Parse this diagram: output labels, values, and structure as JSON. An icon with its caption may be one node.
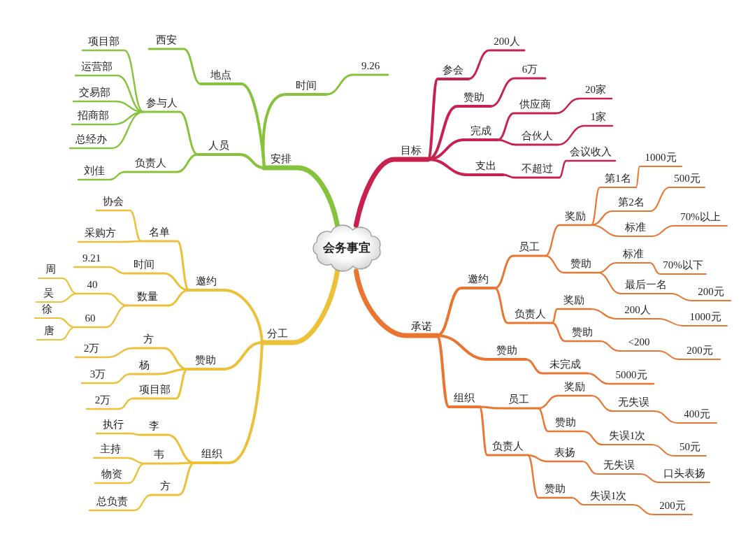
{
  "diagram": {
    "nodes": [
      {
        "text": [
          "会务事宜"
        ]
      },
      {
        "text": [
          "目标"
        ]
      },
      {
        "text": [
          "参会"
        ]
      },
      {
        "text": [
          "200人"
        ]
      },
      {
        "text": [
          "赞助"
        ]
      },
      {
        "text": [
          "6万"
        ]
      },
      {
        "text": [
          "完成"
        ]
      },
      {
        "text": [
          "供应商"
        ]
      },
      {
        "text": [
          "20家"
        ]
      },
      {
        "text": [
          "合伙人"
        ]
      },
      {
        "text": [
          "1家"
        ]
      },
      {
        "text": [
          "支出"
        ]
      },
      {
        "text": [
          "不超过"
        ]
      },
      {
        "text": [
          "会议收入"
        ]
      },
      {
        "text": [
          "承诺"
        ]
      },
      {
        "text": [
          "邀约"
        ]
      },
      {
        "text": [
          "员工"
        ]
      },
      {
        "text": [
          "奖励"
        ]
      },
      {
        "text": [
          "第1名"
        ]
      },
      {
        "text": [
          "1000元"
        ]
      },
      {
        "text": [
          "第2名"
        ]
      },
      {
        "text": [
          "500元"
        ]
      },
      {
        "text": [
          "标准"
        ]
      },
      {
        "text": [
          "70%以上"
        ]
      },
      {
        "text": [
          "赞助"
        ]
      },
      {
        "text": [
          "标准"
        ]
      },
      {
        "text": [
          "70%以下"
        ]
      },
      {
        "text": [
          "最后一名"
        ]
      },
      {
        "text": [
          "200元"
        ]
      },
      {
        "text": [
          "负责人"
        ]
      },
      {
        "text": [
          "奖励"
        ]
      },
      {
        "text": [
          "200人"
        ]
      },
      {
        "text": [
          "1000元"
        ]
      },
      {
        "text": [
          "赞助"
        ]
      },
      {
        "text": [
          "<200"
        ]
      },
      {
        "text": [
          "200元"
        ]
      },
      {
        "text": [
          "赞助"
        ]
      },
      {
        "text": [
          "未完成"
        ]
      },
      {
        "text": [
          "5000元"
        ]
      },
      {
        "text": [
          "组织"
        ]
      },
      {
        "text": [
          "员工"
        ]
      },
      {
        "text": [
          "奖励"
        ]
      },
      {
        "text": [
          "无失误"
        ]
      },
      {
        "text": [
          "400元"
        ]
      },
      {
        "text": [
          "赞助"
        ]
      },
      {
        "text": [
          "失误1次"
        ]
      },
      {
        "text": [
          "50元"
        ]
      },
      {
        "text": [
          "负责人"
        ]
      },
      {
        "text": [
          "表扬"
        ]
      },
      {
        "text": [
          "无失误"
        ]
      },
      {
        "text": [
          "口头表扬"
        ]
      },
      {
        "text": [
          "赞助"
        ]
      },
      {
        "text": [
          "失误1次"
        ]
      },
      {
        "text": [
          "200元"
        ]
      },
      {
        "text": [
          "分工"
        ]
      },
      {
        "text": [
          "邀约"
        ]
      },
      {
        "text": [
          "名单"
        ]
      },
      {
        "text": [
          "协会"
        ]
      },
      {
        "text": [
          "采购方"
        ]
      },
      {
        "text": [
          "时间"
        ]
      },
      {
        "text": [
          "9.21"
        ]
      },
      {
        "text": [
          "数量"
        ]
      },
      {
        "text": [
          "40"
        ]
      },
      {
        "text": [
          "周"
        ]
      },
      {
        "text": [
          "吴"
        ]
      },
      {
        "text": [
          "60"
        ]
      },
      {
        "text": [
          "徐"
        ]
      },
      {
        "text": [
          "唐"
        ]
      },
      {
        "text": [
          "赞助"
        ]
      },
      {
        "text": [
          "方"
        ]
      },
      {
        "text": [
          "2万"
        ]
      },
      {
        "text": [
          "杨"
        ]
      },
      {
        "text": [
          "3万"
        ]
      },
      {
        "text": [
          "项目部"
        ]
      },
      {
        "text": [
          "2万"
        ]
      },
      {
        "text": [
          "组织"
        ]
      },
      {
        "text": [
          "李"
        ]
      },
      {
        "text": [
          "执行"
        ]
      },
      {
        "text": [
          "韦"
        ]
      },
      {
        "text": [
          "主持"
        ]
      },
      {
        "text": [
          "物资"
        ]
      },
      {
        "text": [
          "方"
        ]
      },
      {
        "text": [
          "总负责"
        ]
      },
      {
        "text": [
          "安排"
        ]
      },
      {
        "text": [
          "地点"
        ]
      },
      {
        "text": [
          "西安"
        ]
      },
      {
        "text": [
          "时间"
        ]
      },
      {
        "text": [
          "9.26"
        ]
      },
      {
        "text": [
          "人员"
        ]
      },
      {
        "text": [
          "参与人"
        ]
      },
      {
        "text": [
          "项目部"
        ]
      },
      {
        "text": [
          "运营部"
        ]
      },
      {
        "text": [
          "交易部"
        ]
      },
      {
        "text": [
          "招商部"
        ]
      },
      {
        "text": [
          "总经办"
        ]
      },
      {
        "text": [
          "负责人"
        ]
      },
      {
        "text": [
          "刘佳"
        ]
      }
    ],
    "edges": [
      {
        "from": 0,
        "to": 1,
        "arrow": "none",
        "style": "thick",
        "color": "#c8214f"
      },
      {
        "from": 1,
        "to": 2,
        "arrow": "none",
        "color": "#c8214f"
      },
      {
        "from": 2,
        "to": 3,
        "arrow": "none",
        "color": "#c8214f"
      },
      {
        "from": 1,
        "to": 4,
        "arrow": "none",
        "color": "#c8214f"
      },
      {
        "from": 4,
        "to": 5,
        "arrow": "none",
        "color": "#c8214f"
      },
      {
        "from": 1,
        "to": 6,
        "arrow": "none",
        "color": "#c8214f"
      },
      {
        "from": 6,
        "to": 7,
        "arrow": "none",
        "color": "#c8214f"
      },
      {
        "from": 7,
        "to": 8,
        "arrow": "none",
        "color": "#c8214f"
      },
      {
        "from": 6,
        "to": 9,
        "arrow": "none",
        "color": "#c8214f"
      },
      {
        "from": 9,
        "to": 10,
        "arrow": "none",
        "color": "#c8214f"
      },
      {
        "from": 1,
        "to": 11,
        "arrow": "none",
        "color": "#c8214f"
      },
      {
        "from": 11,
        "to": 12,
        "arrow": "none",
        "color": "#c8214f"
      },
      {
        "from": 12,
        "to": 13,
        "arrow": "none",
        "color": "#c8214f"
      },
      {
        "from": 0,
        "to": 14,
        "arrow": "none",
        "style": "thick"
      },
      {
        "from": 14,
        "to": 15,
        "arrow": "none"
      },
      {
        "from": 15,
        "to": 16,
        "arrow": "none"
      },
      {
        "from": 16,
        "to": 17,
        "arrow": "none"
      },
      {
        "from": 17,
        "to": 18,
        "arrow": "none"
      },
      {
        "from": 18,
        "to": 19,
        "arrow": "none"
      },
      {
        "from": 17,
        "to": 20,
        "arrow": "none"
      },
      {
        "from": 20,
        "to": 21,
        "arrow": "none"
      },
      {
        "from": 17,
        "to": 22,
        "arrow": "none"
      },
      {
        "from": 22,
        "to": 23,
        "arrow": "none"
      },
      {
        "from": 16,
        "to": 24,
        "arrow": "none"
      },
      {
        "from": 24,
        "to": 25,
        "arrow": "none"
      },
      {
        "from": 25,
        "to": 26,
        "arrow": "none"
      },
      {
        "from": 24,
        "to": 27,
        "arrow": "none"
      },
      {
        "from": 27,
        "to": 28,
        "arrow": "none"
      },
      {
        "from": 15,
        "to": 29,
        "arrow": "none"
      },
      {
        "from": 29,
        "to": 30,
        "arrow": "none"
      },
      {
        "from": 30,
        "to": 31,
        "arrow": "none"
      },
      {
        "from": 31,
        "to": 32,
        "arrow": "none"
      },
      {
        "from": 29,
        "to": 33,
        "arrow": "none"
      },
      {
        "from": 33,
        "to": 34,
        "arrow": "none"
      },
      {
        "from": 34,
        "to": 35,
        "arrow": "none"
      },
      {
        "from": 14,
        "to": 36,
        "arrow": "none"
      },
      {
        "from": 36,
        "to": 37,
        "arrow": "none"
      },
      {
        "from": 37,
        "to": 38,
        "arrow": "none"
      },
      {
        "from": 14,
        "to": 39,
        "arrow": "none"
      },
      {
        "from": 39,
        "to": 40,
        "arrow": "none"
      },
      {
        "from": 40,
        "to": 41,
        "arrow": "none"
      },
      {
        "from": 41,
        "to": 42,
        "arrow": "none"
      },
      {
        "from": 42,
        "to": 43,
        "arrow": "none"
      },
      {
        "from": 40,
        "to": 44,
        "arrow": "none"
      },
      {
        "from": 44,
        "to": 45,
        "arrow": "none"
      },
      {
        "from": 45,
        "to": 46,
        "arrow": "none"
      },
      {
        "from": 39,
        "to": 47,
        "arrow": "none"
      },
      {
        "from": 47,
        "to": 48,
        "arrow": "none"
      },
      {
        "from": 48,
        "to": 49,
        "arrow": "none"
      },
      {
        "from": 49,
        "to": 50,
        "arrow": "none"
      },
      {
        "from": 47,
        "to": 51,
        "arrow": "none"
      },
      {
        "from": 51,
        "to": 52,
        "arrow": "none"
      },
      {
        "from": 52,
        "to": 53,
        "arrow": "none"
      },
      {
        "from": 0,
        "to": 54,
        "arrow": "none",
        "style": "thick",
        "color": "#ecc038"
      },
      {
        "from": 54,
        "to": 55,
        "arrow": "none",
        "color": "#ecc038"
      },
      {
        "from": 55,
        "to": 56,
        "arrow": "none",
        "color": "#ecc038"
      },
      {
        "from": 56,
        "to": 57,
        "arrow": "none",
        "color": "#ecc038"
      },
      {
        "from": 56,
        "to": 58,
        "arrow": "none",
        "color": "#ecc038"
      },
      {
        "from": 55,
        "to": 59,
        "arrow": "none",
        "color": "#ecc038"
      },
      {
        "from": 59,
        "to": 60,
        "arrow": "none",
        "color": "#ecc038"
      },
      {
        "from": 55,
        "to": 61,
        "arrow": "none",
        "color": "#ecc038"
      },
      {
        "from": 61,
        "to": 62,
        "arrow": "none",
        "color": "#ecc038"
      },
      {
        "from": 62,
        "to": 63,
        "arrow": "none",
        "color": "#ecc038"
      },
      {
        "from": 62,
        "to": 64,
        "arrow": "none",
        "color": "#ecc038"
      },
      {
        "from": 61,
        "to": 65,
        "arrow": "none",
        "color": "#ecc038"
      },
      {
        "from": 65,
        "to": 66,
        "arrow": "none",
        "color": "#ecc038"
      },
      {
        "from": 65,
        "to": 67,
        "arrow": "none",
        "color": "#ecc038"
      },
      {
        "from": 54,
        "to": 68,
        "arrow": "none",
        "color": "#ecc038"
      },
      {
        "from": 68,
        "to": 69,
        "arrow": "none",
        "color": "#ecc038"
      },
      {
        "from": 69,
        "to": 70,
        "arrow": "none",
        "color": "#ecc038"
      },
      {
        "from": 68,
        "to": 71,
        "arrow": "none",
        "color": "#ecc038"
      },
      {
        "from": 71,
        "to": 72,
        "arrow": "none",
        "color": "#ecc038"
      },
      {
        "from": 68,
        "to": 73,
        "arrow": "none",
        "color": "#ecc038"
      },
      {
        "from": 73,
        "to": 74,
        "arrow": "none",
        "color": "#ecc038"
      },
      {
        "from": 54,
        "to": 75,
        "arrow": "none",
        "color": "#ecc038"
      },
      {
        "from": 75,
        "to": 76,
        "arrow": "none",
        "color": "#ecc038"
      },
      {
        "from": 76,
        "to": 77,
        "arrow": "none",
        "color": "#ecc038"
      },
      {
        "from": 75,
        "to": 78,
        "arrow": "none",
        "color": "#ecc038"
      },
      {
        "from": 78,
        "to": 79,
        "arrow": "none",
        "color": "#ecc038"
      },
      {
        "from": 78,
        "to": 80,
        "arrow": "none",
        "color": "#ecc038"
      },
      {
        "from": 75,
        "to": 81,
        "arrow": "none",
        "color": "#ecc038"
      },
      {
        "from": 81,
        "to": 82,
        "arrow": "none",
        "color": "#ecc038"
      },
      {
        "from": 0,
        "to": 83,
        "arrow": "none",
        "style": "thick",
        "color": "#86c23c"
      },
      {
        "from": 83,
        "to": 84,
        "arrow": "none",
        "color": "#86c23c"
      },
      {
        "from": 84,
        "to": 85,
        "arrow": "none",
        "color": "#86c23c"
      },
      {
        "from": 83,
        "to": 86,
        "arrow": "none",
        "color": "#86c23c"
      },
      {
        "from": 86,
        "to": 87,
        "arrow": "none",
        "color": "#86c23c"
      },
      {
        "from": 83,
        "to": 88,
        "arrow": "none",
        "color": "#86c23c"
      },
      {
        "from": 88,
        "to": 89,
        "arrow": "none",
        "color": "#86c23c"
      },
      {
        "from": 89,
        "to": 90,
        "arrow": "none",
        "color": "#86c23c"
      },
      {
        "from": 89,
        "to": 91,
        "arrow": "none",
        "color": "#86c23c"
      },
      {
        "from": 89,
        "to": 92,
        "arrow": "none",
        "color": "#86c23c"
      },
      {
        "from": 89,
        "to": 93,
        "arrow": "none",
        "color": "#86c23c"
      },
      {
        "from": 89,
        "to": 94,
        "arrow": "none",
        "color": "#86c23c"
      },
      {
        "from": 88,
        "to": 95,
        "arrow": "none",
        "color": "#86c23c"
      },
      {
        "from": 95,
        "to": 96,
        "arrow": "none",
        "color": "#86c23c"
      }
    ]
  }
}
